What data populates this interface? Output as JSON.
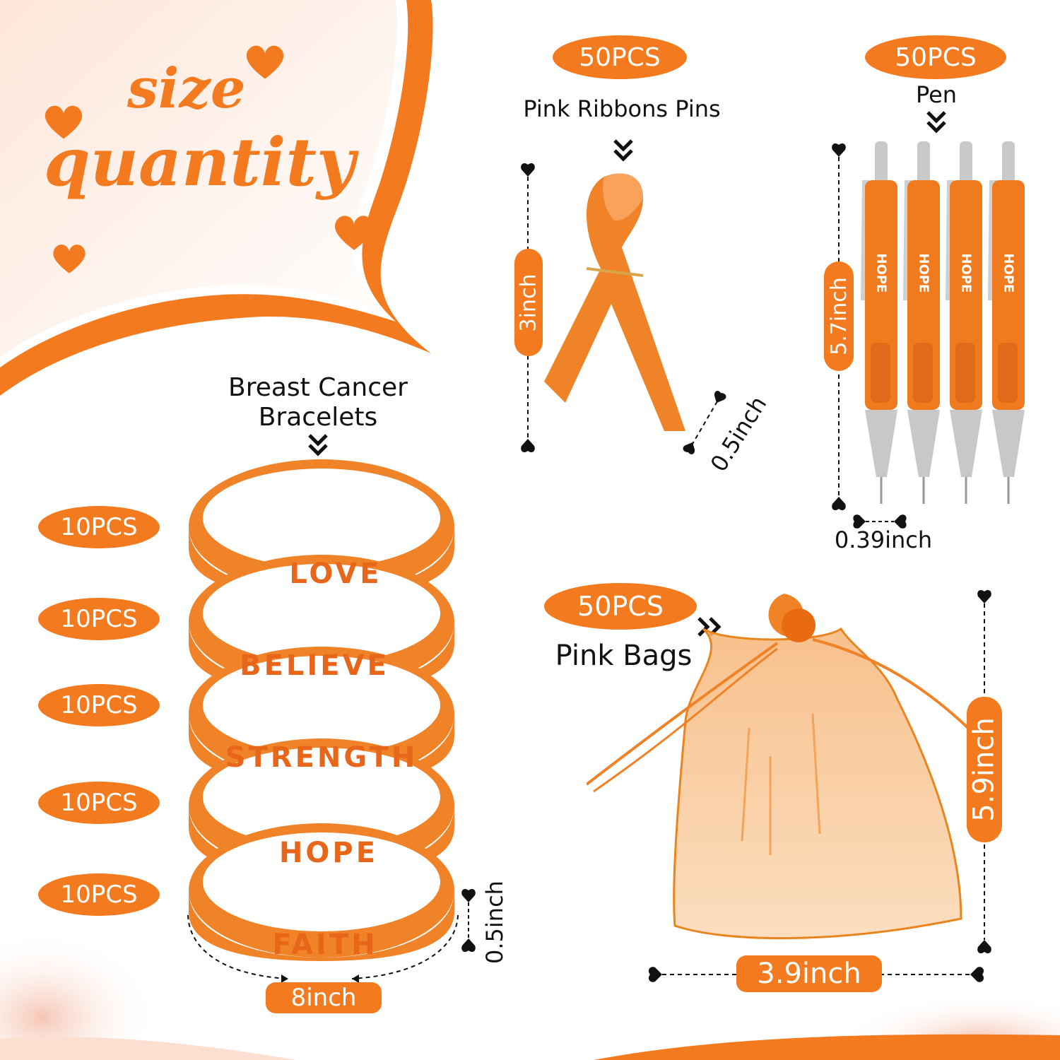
{
  "heading": {
    "line1": "size",
    "line2": "quantity"
  },
  "ribbon": {
    "qty": "50PCS",
    "title": "Pink Ribbons Pins",
    "height": "3inch",
    "width": "0.5inch"
  },
  "pen": {
    "qty": "50PCS",
    "title": "Pen",
    "height": "5.7inch",
    "width": "0.39inch",
    "print": "HOPE",
    "count": 4
  },
  "bracelets": {
    "title_line1": "Breast Cancer",
    "title_line2": "Bracelets",
    "items": [
      {
        "qty": "10PCS",
        "word": "LOVE"
      },
      {
        "qty": "10PCS",
        "word": "BELIEVE"
      },
      {
        "qty": "10PCS",
        "word": "STRENGTH"
      },
      {
        "qty": "10PCS",
        "word": "HOPE"
      },
      {
        "qty": "10PCS",
        "word": "FAITH"
      }
    ],
    "circumference": "8inch",
    "width": "0.5inch"
  },
  "bag": {
    "qty": "50PCS",
    "title": "Pink Bags",
    "height": "5.9inch",
    "width": "3.9inch"
  },
  "colors": {
    "accent": "#f47a1f",
    "dark_orange": "#e8661a",
    "text": "#111111"
  }
}
